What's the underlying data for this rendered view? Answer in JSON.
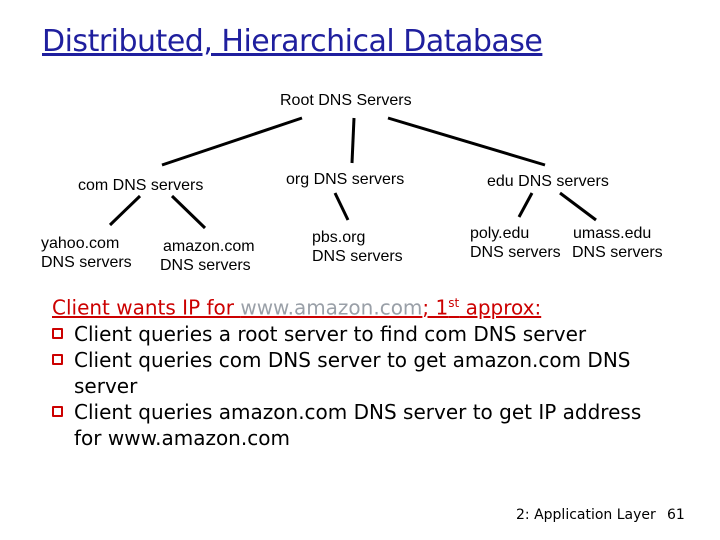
{
  "slide": {
    "title": "Distributed, Hierarchical Database",
    "footer_left": "2: Application Layer",
    "page_number": "61"
  },
  "tree": {
    "root": "Root DNS Servers",
    "tld": [
      {
        "label": "com DNS servers"
      },
      {
        "label": "org DNS servers"
      },
      {
        "label": "edu DNS servers"
      }
    ],
    "leaves": [
      {
        "line1": "yahoo.com",
        "line2": "DNS servers"
      },
      {
        "line1": "amazon.com",
        "line2": "DNS servers"
      },
      {
        "line1": "pbs.org",
        "line2": "DNS servers"
      },
      {
        "line1": "poly.edu",
        "line2": "DNS servers"
      },
      {
        "line1": "umass.edu",
        "line2": "DNS servers"
      }
    ]
  },
  "body": {
    "heading_prefix": "Client wants IP for ",
    "heading_url": "www.amazon.com",
    "heading_mid": "; 1",
    "heading_sup": "st",
    "heading_suffix": " approx:",
    "bullets": [
      "Client queries a root server to find com DNS server",
      "Client queries com DNS server to get amazon.com DNS server",
      "Client queries amazon.com DNS server to get  IP address for www.amazon.com"
    ]
  }
}
